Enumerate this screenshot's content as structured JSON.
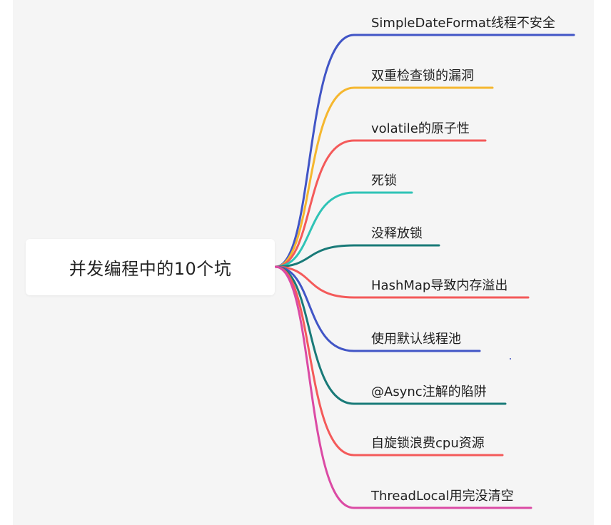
{
  "root": {
    "label": "并发编程中的10个坑"
  },
  "branches": [
    {
      "label": "SimpleDateFormat线程不安全",
      "color": "#4155c6"
    },
    {
      "label": "双重检查锁的漏洞",
      "color": "#f5b72f"
    },
    {
      "label": "volatile的原子性",
      "color": "#f45a5a"
    },
    {
      "label": "死锁",
      "color": "#2fc3b6"
    },
    {
      "label": "没释放锁",
      "color": "#197a78"
    },
    {
      "label": "HashMap导致内存溢出",
      "color": "#f45a5a"
    },
    {
      "label": "使用默认线程池",
      "color": "#4155c6"
    },
    {
      "label": "@Async注解的陷阱",
      "color": "#197a78"
    },
    {
      "label": "自旋锁浪费cpu资源",
      "color": "#f45a5a"
    },
    {
      "label": "ThreadLocal用完没清空",
      "color": "#db4aa4"
    }
  ]
}
